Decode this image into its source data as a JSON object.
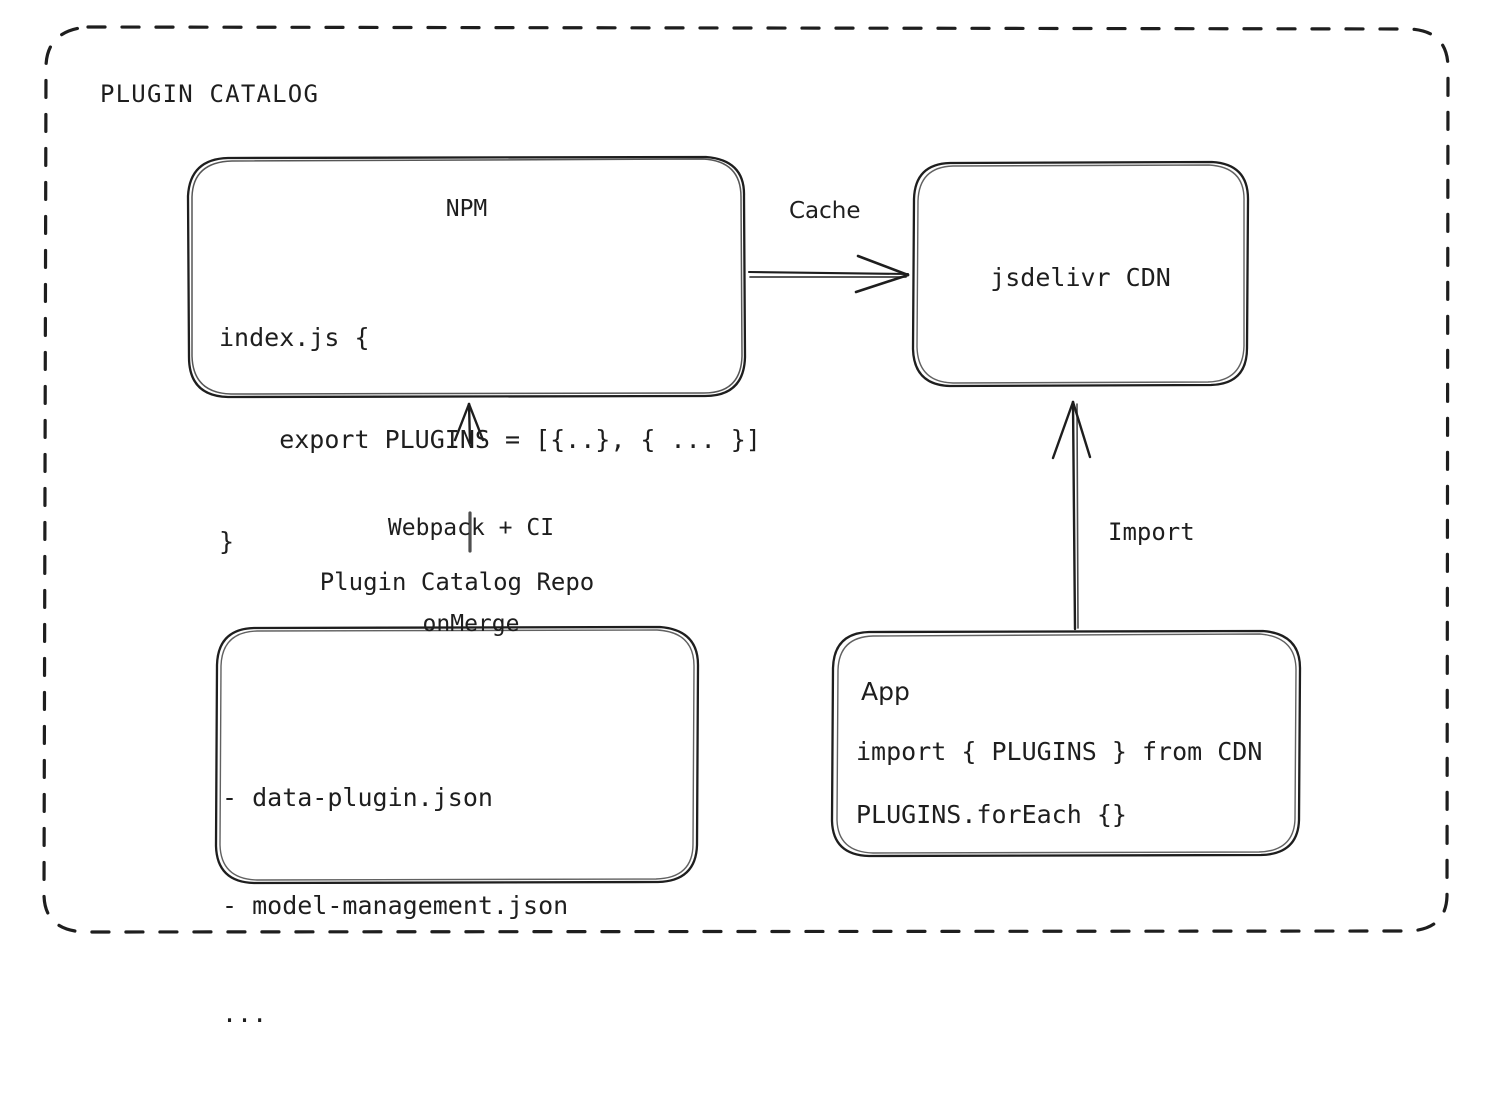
{
  "diagram": {
    "title": "PLUGIN CATALOG",
    "background": "#ffffff",
    "stroke_color": "#1e1e1e",
    "nodes": {
      "npm": {
        "title": "NPM",
        "code_lines": [
          "index.js {",
          "    export PLUGINS = [{..}, { ... }]",
          "}"
        ]
      },
      "cdn": {
        "title": "jsdelivr CDN"
      },
      "repo": {
        "caption": "Plugin Catalog Repo",
        "items": [
          "- data-plugin.json",
          "- model-management.json",
          "..."
        ]
      },
      "app": {
        "title": "App",
        "line1": "import { PLUGINS } from CDN",
        "line2": "PLUGINS.forEach {}"
      }
    },
    "edges": {
      "cache": {
        "label": "Cache",
        "from": "npm",
        "to": "cdn",
        "direction": "right"
      },
      "build": {
        "label": "Webpack + CI\nonMerge",
        "from": "repo",
        "to": "npm",
        "direction": "up"
      },
      "import": {
        "label": "Import",
        "from": "app",
        "to": "cdn",
        "direction": "up"
      }
    }
  }
}
